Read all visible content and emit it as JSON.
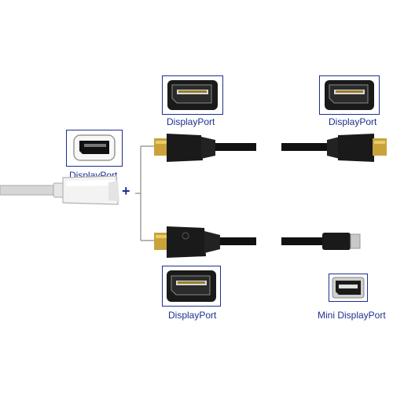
{
  "labels": {
    "adapter_port": "DisplayPort",
    "top_left_port": "DisplayPort",
    "top_right_port": "DisplayPort",
    "bottom_left_port": "DisplayPort",
    "bottom_right_port": "Mini DisplayPort",
    "plus_sign": "+"
  },
  "colors": {
    "frame_border": "#1f2f8f",
    "label_text": "#1f2f8f",
    "cable_black": "#111111",
    "connector_gold": "#c9a23a",
    "adapter_white": "#f2f2f2",
    "line_gray": "#8a8a8a"
  }
}
